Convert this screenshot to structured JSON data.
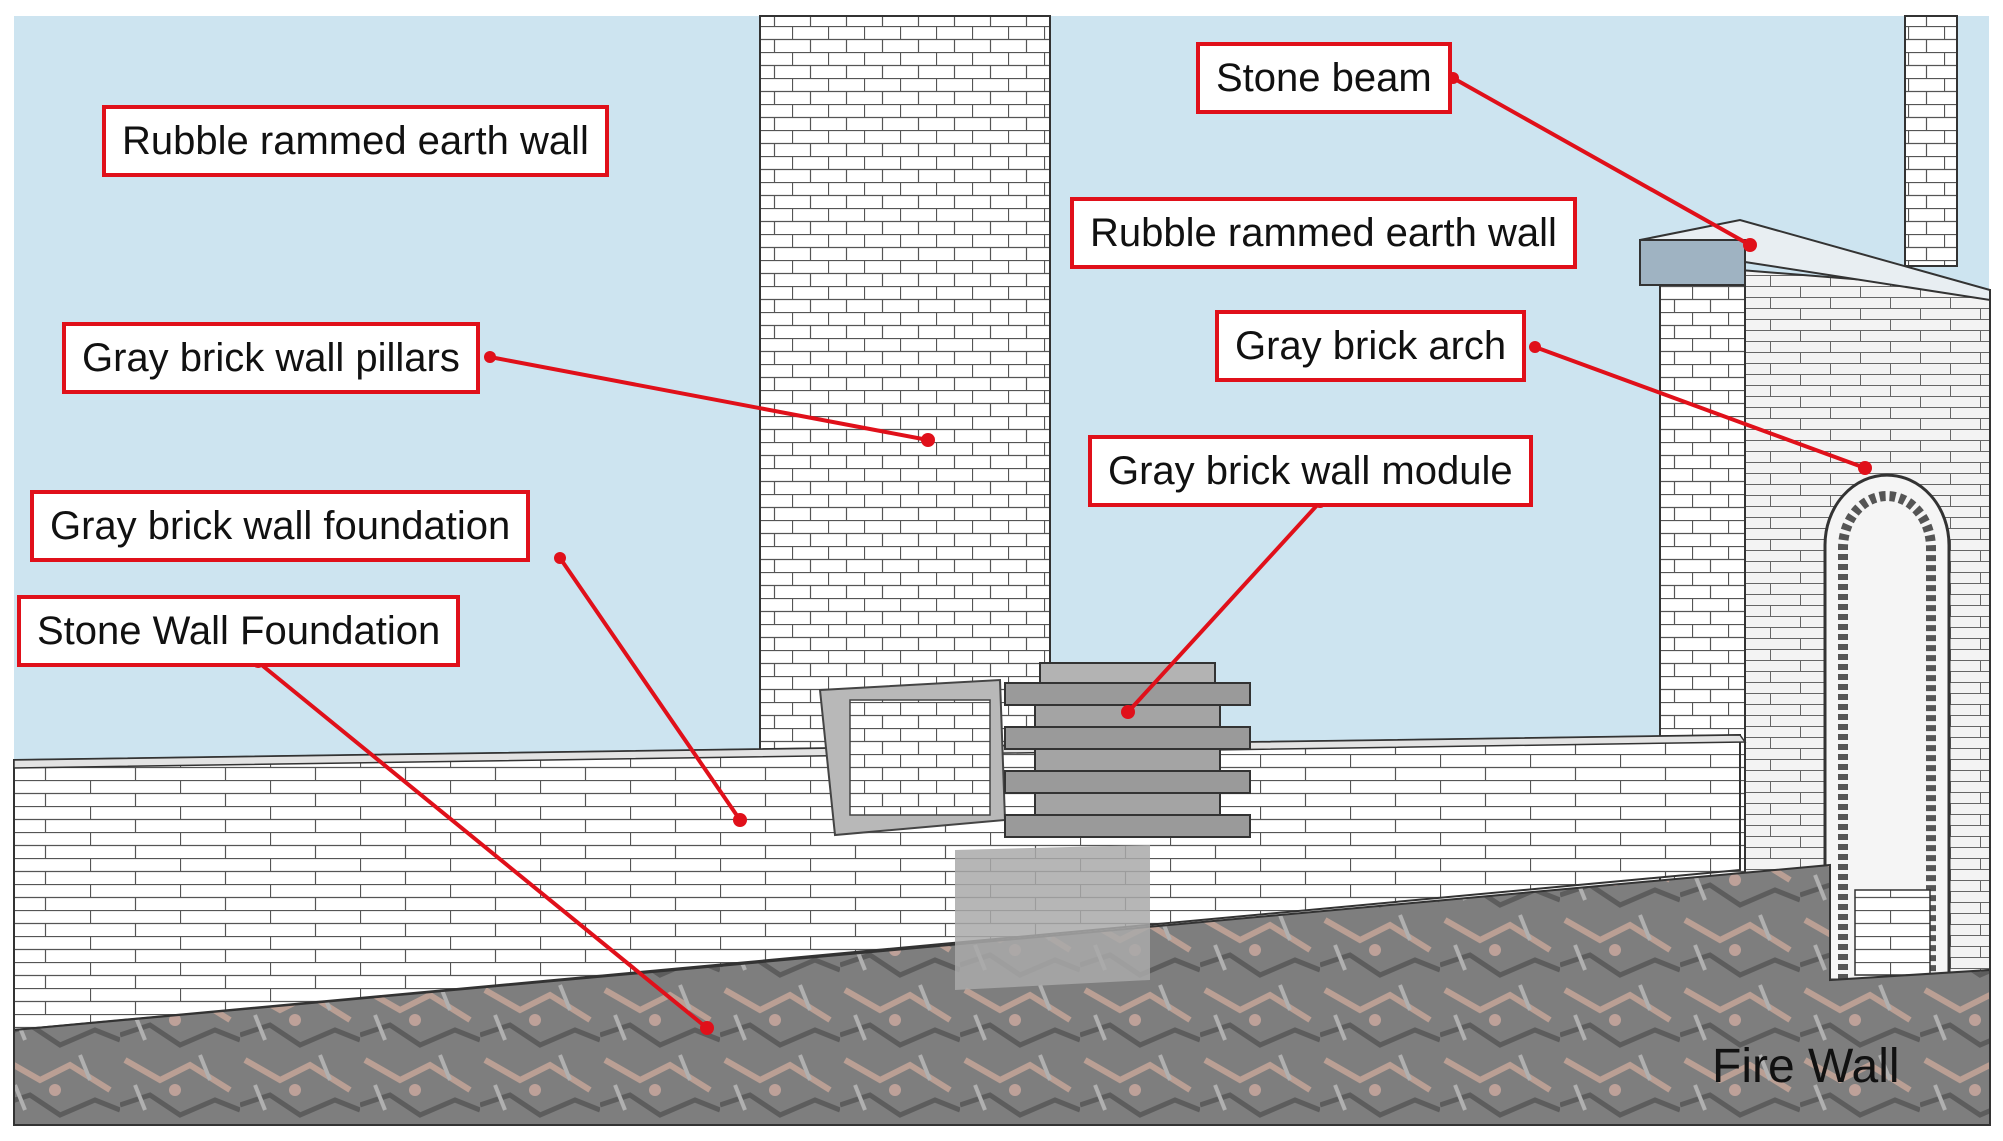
{
  "title": "Fire Wall",
  "labels": {
    "stone_beam": "Stone beam",
    "rubble_wall_left": "Rubble rammed earth wall",
    "rubble_wall_right": "Rubble rammed earth wall",
    "pillars": "Gray brick wall pillars",
    "arch": "Gray brick arch",
    "module": "Gray brick wall module",
    "brick_foundation": "Gray brick wall foundation",
    "stone_foundation": "Stone Wall Foundation"
  },
  "colors": {
    "sky": "#cde4f0",
    "brick_face": "#ffffff",
    "mortar": "#555555",
    "callout": "#e0101a",
    "stone": "#8a8a8a",
    "module": "#9c9c9c",
    "beam": "#9fb3c2"
  }
}
